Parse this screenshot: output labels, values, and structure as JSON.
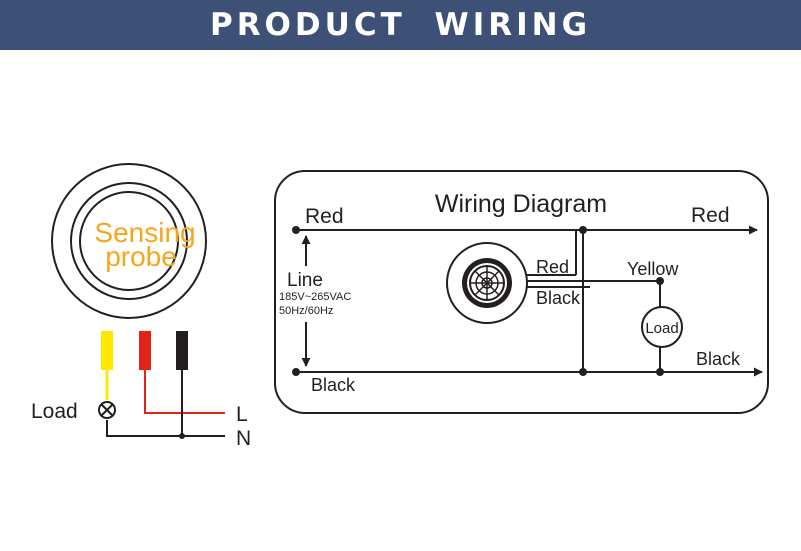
{
  "header": {
    "title": "PRODUCT  WIRING"
  },
  "sensor_view": {
    "probe_label_line1": "Sensing",
    "probe_label_line2": "probe",
    "load_label": "Load",
    "terminal_l": "L",
    "terminal_n": "N"
  },
  "wiring_diagram": {
    "title": "Wiring Diagram",
    "red_left": "Red",
    "red_right": "Red",
    "line_label": "Line",
    "voltage": "185V~265VAC",
    "frequency": "50Hz/60Hz",
    "sensor_red": "Red",
    "sensor_black": "Black",
    "yellow": "Yellow",
    "load": "Load",
    "black_left": "Black",
    "black_right": "Black"
  },
  "colors": {
    "banner": "#3d5075",
    "probe_text": "#f7a51c",
    "wire_yellow": "#ffe800",
    "wire_red": "#e2231a",
    "wire_black": "#231f20"
  }
}
